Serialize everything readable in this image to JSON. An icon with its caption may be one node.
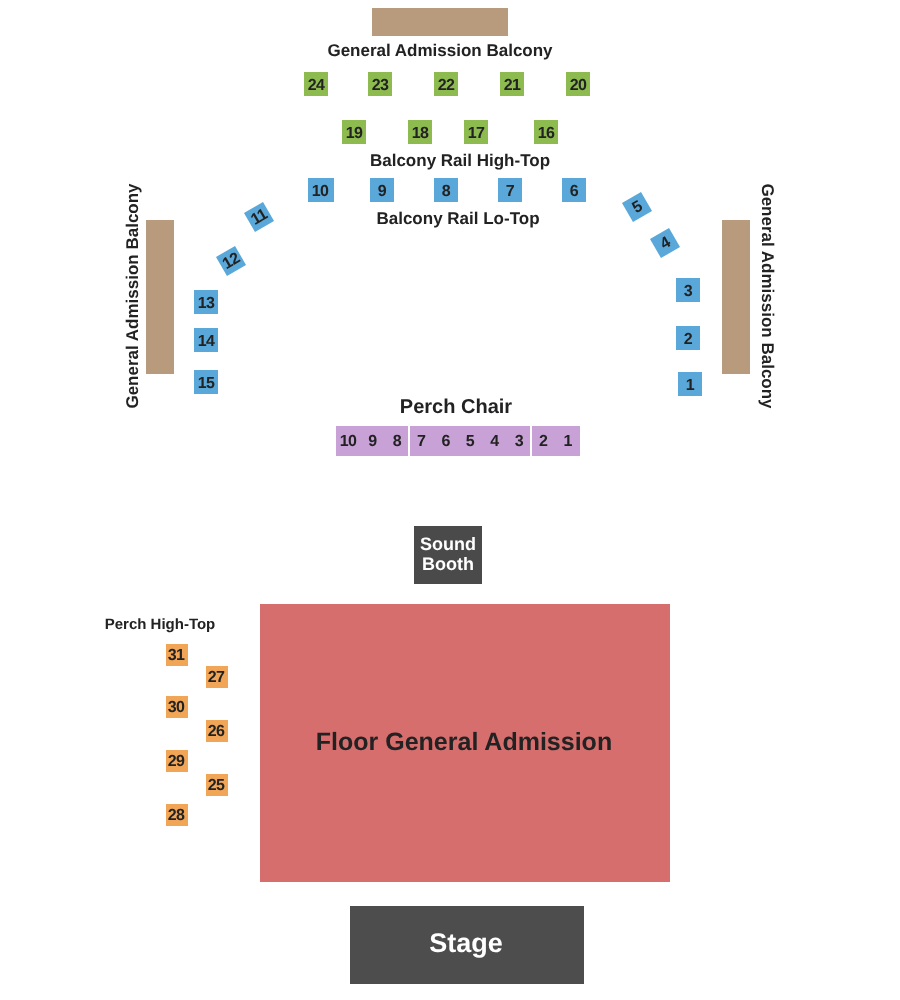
{
  "diagram": {
    "nodes": [
      {
        "text": [
          "General Admission Balcony"
        ]
      },
      {
        "text": [
          "24"
        ]
      },
      {
        "text": [
          "23"
        ]
      },
      {
        "text": [
          "22"
        ]
      },
      {
        "text": [
          "21"
        ]
      },
      {
        "text": [
          "20"
        ]
      },
      {
        "text": [
          "19"
        ]
      },
      {
        "text": [
          "18"
        ]
      },
      {
        "text": [
          "17"
        ]
      },
      {
        "text": [
          "16"
        ]
      },
      {
        "text": [
          "10"
        ]
      },
      {
        "text": [
          "9"
        ]
      },
      {
        "text": [
          "8"
        ]
      },
      {
        "text": [
          "7"
        ]
      },
      {
        "text": [
          "6"
        ]
      },
      {
        "text": [
          "11"
        ]
      },
      {
        "text": [
          "5"
        ]
      },
      {
        "text": [
          "General Admission Balcony"
        ]
      },
      {
        "text": [
          "12"
        ]
      },
      {
        "text": [
          "4"
        ]
      },
      {
        "text": [
          "13"
        ]
      },
      {
        "text": [
          "3"
        ]
      },
      {
        "text": [
          "General Admission Balcony"
        ]
      },
      {
        "text": [
          "14"
        ]
      },
      {
        "text": [
          "2"
        ]
      },
      {
        "text": [
          "15"
        ]
      },
      {
        "text": [
          "1"
        ]
      },
      {
        "text": [
          "10"
        ]
      },
      {
        "text": [
          "9"
        ]
      },
      {
        "text": [
          "8"
        ]
      },
      {
        "text": [
          "7"
        ]
      },
      {
        "text": [
          "6"
        ]
      },
      {
        "text": [
          "5"
        ]
      },
      {
        "text": [
          "4"
        ]
      },
      {
        "text": [
          "3"
        ]
      },
      {
        "text": [
          "2"
        ]
      },
      {
        "text": [
          "1"
        ]
      },
      {
        "text": [
          "Sound Booth"
        ]
      },
      {
        "text": [
          "31"
        ]
      },
      {
        "text": [
          "27"
        ]
      },
      {
        "text": [
          "30"
        ]
      },
      {
        "text": [
          "26"
        ]
      },
      {
        "text": [
          "29"
        ]
      },
      {
        "text": [
          "25"
        ]
      },
      {
        "text": [
          "28"
        ]
      },
      {
        "text": [
          "Floor General Admission"
        ]
      },
      {
        "text": [
          "Stage"
        ]
      }
    ],
    "labels": [
      "Balcony Rail High-Top",
      "Balcony Rail Lo-Top",
      "Perch Chair",
      "Perch High-Top"
    ]
  }
}
